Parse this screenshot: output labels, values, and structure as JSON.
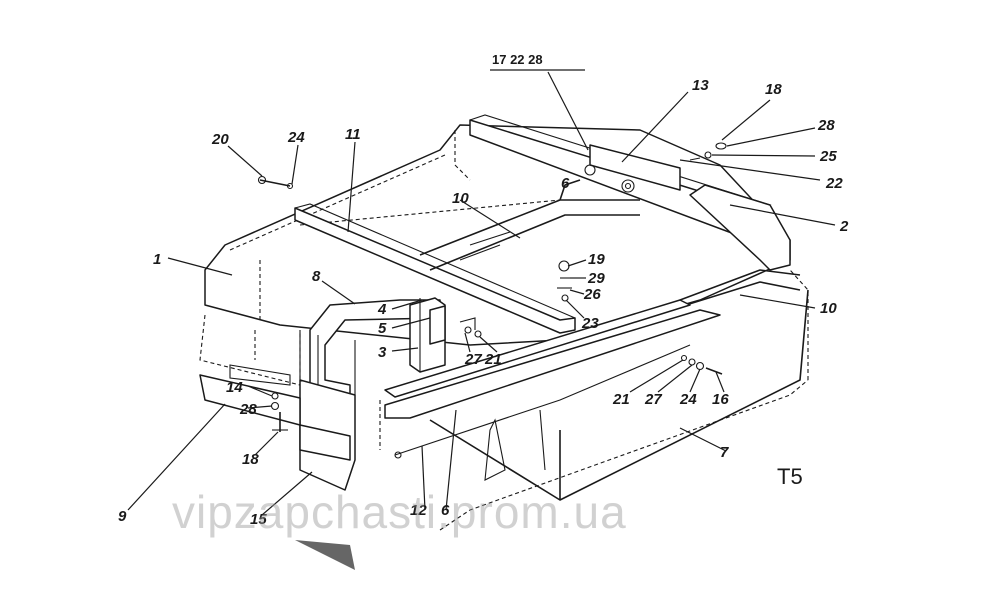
{
  "header": {
    "label": "17 22 28"
  },
  "sheet_id": "T5",
  "watermark": "vipzapchasti.prom.ua",
  "callouts": {
    "c1": "1",
    "c2": "2",
    "c3": "3",
    "c4": "4",
    "c5": "5",
    "c6a": "6",
    "c6b": "6",
    "c7": "7",
    "c8": "8",
    "c9": "9",
    "c10a": "10",
    "c10b": "10",
    "c11": "11",
    "c12": "12",
    "c13": "13",
    "c14": "14",
    "c15": "15",
    "c16": "16",
    "c18a": "18",
    "c18b": "18",
    "c19": "19",
    "c20": "20",
    "c21a": "21",
    "c21b": "21",
    "c22": "22",
    "c23": "23",
    "c24a": "24",
    "c24b": "24",
    "c25": "25",
    "c26": "26",
    "c27a": "27",
    "c27b": "27",
    "c28a": "28",
    "c28b": "28",
    "c29": "29"
  }
}
